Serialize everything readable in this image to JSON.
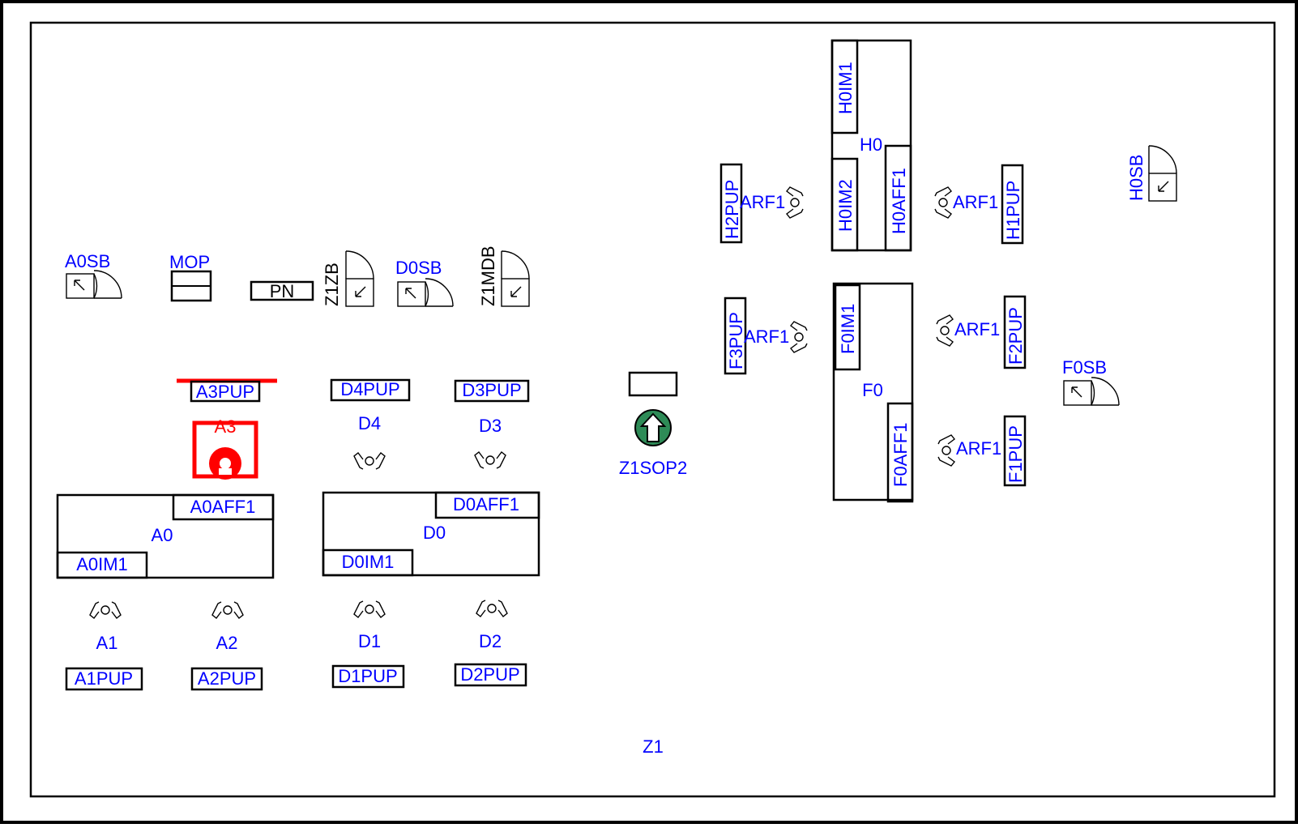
{
  "zone": {
    "label": "Z1"
  },
  "colors": {
    "label": "#0000ff",
    "alarm": "#ff0000",
    "status_ok": "#2e8b57",
    "line": "#000000"
  },
  "top_row": {
    "a0sb": "A0SB",
    "mop": "MOP",
    "pn": "PN",
    "z1zb": "Z1ZB",
    "d0sb": "D0SB",
    "z1mdb": "Z1MDB"
  },
  "machines": {
    "a0": {
      "name": "A0",
      "aff": "A0AFF1",
      "im": "A0IM1"
    },
    "d0": {
      "name": "D0",
      "aff": "D0AFF1",
      "im": "D0IM1"
    },
    "h0": {
      "name": "H0",
      "im1": "H0IM1",
      "im2": "H0IM2",
      "aff": "H0AFF1"
    },
    "f0": {
      "name": "F0",
      "im1": "F0IM1",
      "aff": "F0AFF1"
    }
  },
  "stations": {
    "a3": {
      "name": "A3",
      "pup": "A3PUP",
      "state": "alarm"
    },
    "d4": {
      "name": "D4",
      "pup": "D4PUP"
    },
    "d3": {
      "name": "D3",
      "pup": "D3PUP"
    },
    "a1": {
      "name": "A1",
      "pup": "A1PUP"
    },
    "a2": {
      "name": "A2",
      "pup": "A2PUP"
    },
    "d1": {
      "name": "D1",
      "pup": "D1PUP"
    },
    "d2": {
      "name": "D2",
      "pup": "D2PUP"
    }
  },
  "robots": {
    "h_left": "ARF1",
    "h_right": "ARF1",
    "f_left": "ARF1",
    "f_right_top": "ARF1",
    "f_right_bottom": "ARF1"
  },
  "pups_vertical": {
    "h2": "H2PUP",
    "h1": "H1PUP",
    "f3": "F3PUP",
    "f2": "F2PUP",
    "f1": "F1PUP"
  },
  "safety": {
    "h0sb": "H0SB",
    "f0sb": "F0SB"
  },
  "sop": {
    "label": "Z1SOP2",
    "state": "ok"
  }
}
